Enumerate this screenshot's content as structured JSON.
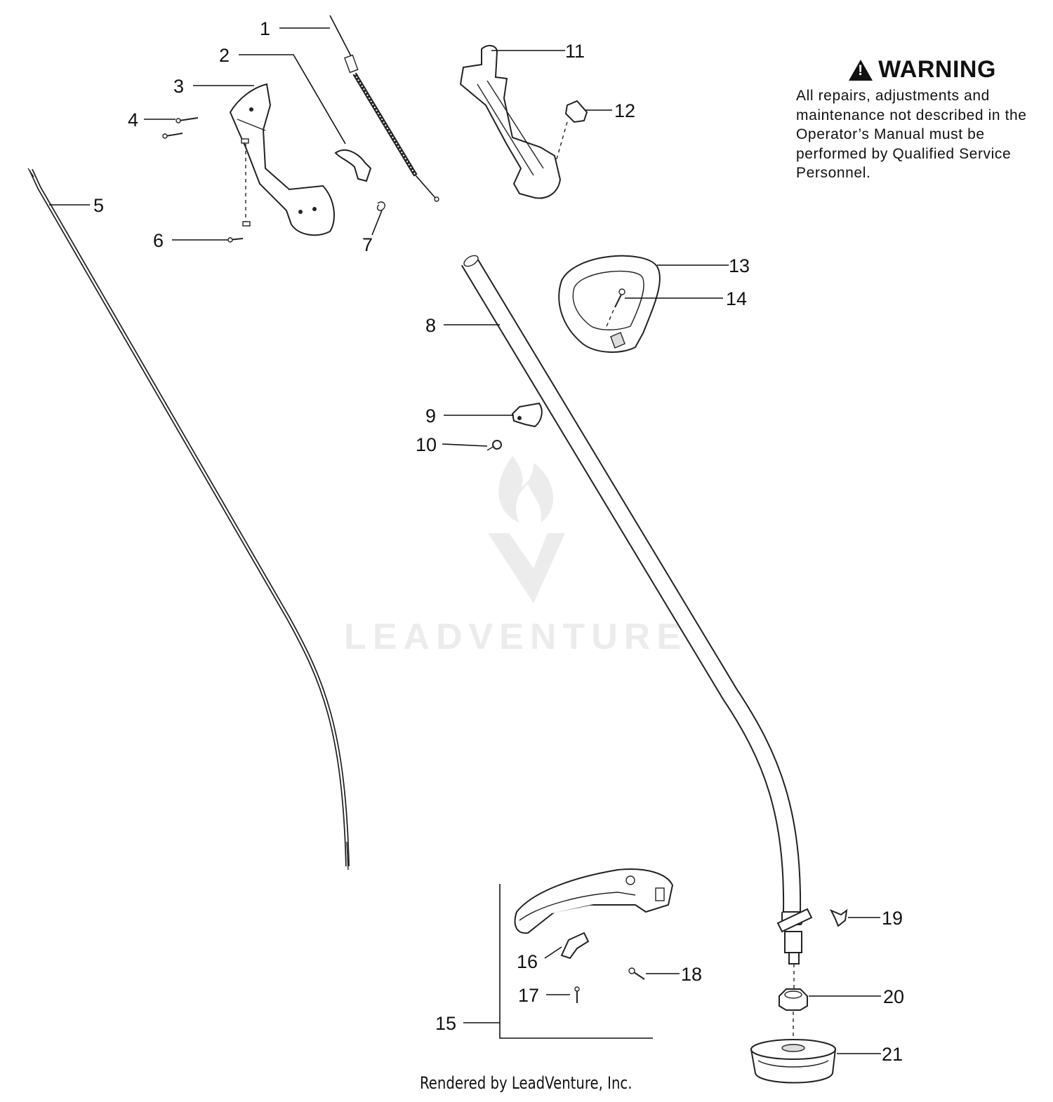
{
  "warning": {
    "title": "WARNING",
    "icon": "warning-triangle-icon",
    "text": "All repairs, adjustments and maintenance not described in the Operator’s Manual must be performed by Qualified Service Personnel."
  },
  "callouts": {
    "c1": "1",
    "c2": "2",
    "c3": "3",
    "c4": "4",
    "c5": "5",
    "c6": "6",
    "c7": "7",
    "c8": "8",
    "c9": "9",
    "c10": "10",
    "c11": "11",
    "c12": "12",
    "c13": "13",
    "c14": "14",
    "c15": "15",
    "c16": "16",
    "c17": "17",
    "c18": "18",
    "c19": "19",
    "c20": "20",
    "c21": "21"
  },
  "watermark": {
    "text": "LEADVENTURE",
    "logo": "leadventure-flame-logo"
  },
  "footer": {
    "text": "Rendered by LeadVenture, Inc."
  }
}
